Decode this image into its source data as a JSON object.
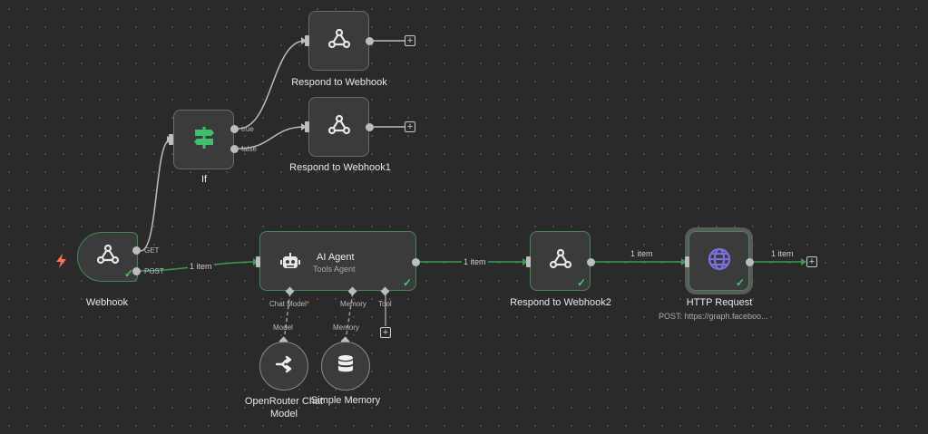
{
  "nodes": {
    "webhook": {
      "label": "Webhook",
      "out_get": "GET",
      "out_post": "POST",
      "icon": "webhook-icon"
    },
    "if": {
      "label": "If",
      "out_true": "true",
      "out_false": "false",
      "icon": "signpost-icon",
      "icon_color": "#3fbf6a"
    },
    "respond1": {
      "label": "Respond to Webhook",
      "icon": "webhook-icon"
    },
    "respond2": {
      "label": "Respond to Webhook1",
      "icon": "webhook-icon"
    },
    "agent": {
      "title": "AI Agent",
      "subtitle": "Tools Agent",
      "port_chat": "Chat Model",
      "port_chat_required": "*",
      "port_memory": "Memory",
      "port_tool": "Tool",
      "icon": "robot-icon"
    },
    "respond3": {
      "label": "Respond to Webhook2",
      "icon": "webhook-icon"
    },
    "http": {
      "label": "HTTP Request",
      "subtitle": "POST: https://graph.faceboo...",
      "icon": "globe-icon",
      "icon_color": "#7c6fe0"
    },
    "openrouter": {
      "label": "OpenRouter Chat Model",
      "port": "Model",
      "icon": "openrouter-icon"
    },
    "memory": {
      "label": "Simple Memory",
      "port": "Memory",
      "icon": "database-icon"
    }
  },
  "edges": {
    "webhook_agent": "1 item",
    "agent_respond": "1 item",
    "respond_http": "1 item",
    "http_out": "1 item"
  },
  "trigger_icon": "lightning-bolt-icon",
  "colors": {
    "canvas": "#2a2a2a",
    "success": "#4cc36b",
    "trigger": "#ff6d5a",
    "edge_success": "#3f9a5a"
  }
}
